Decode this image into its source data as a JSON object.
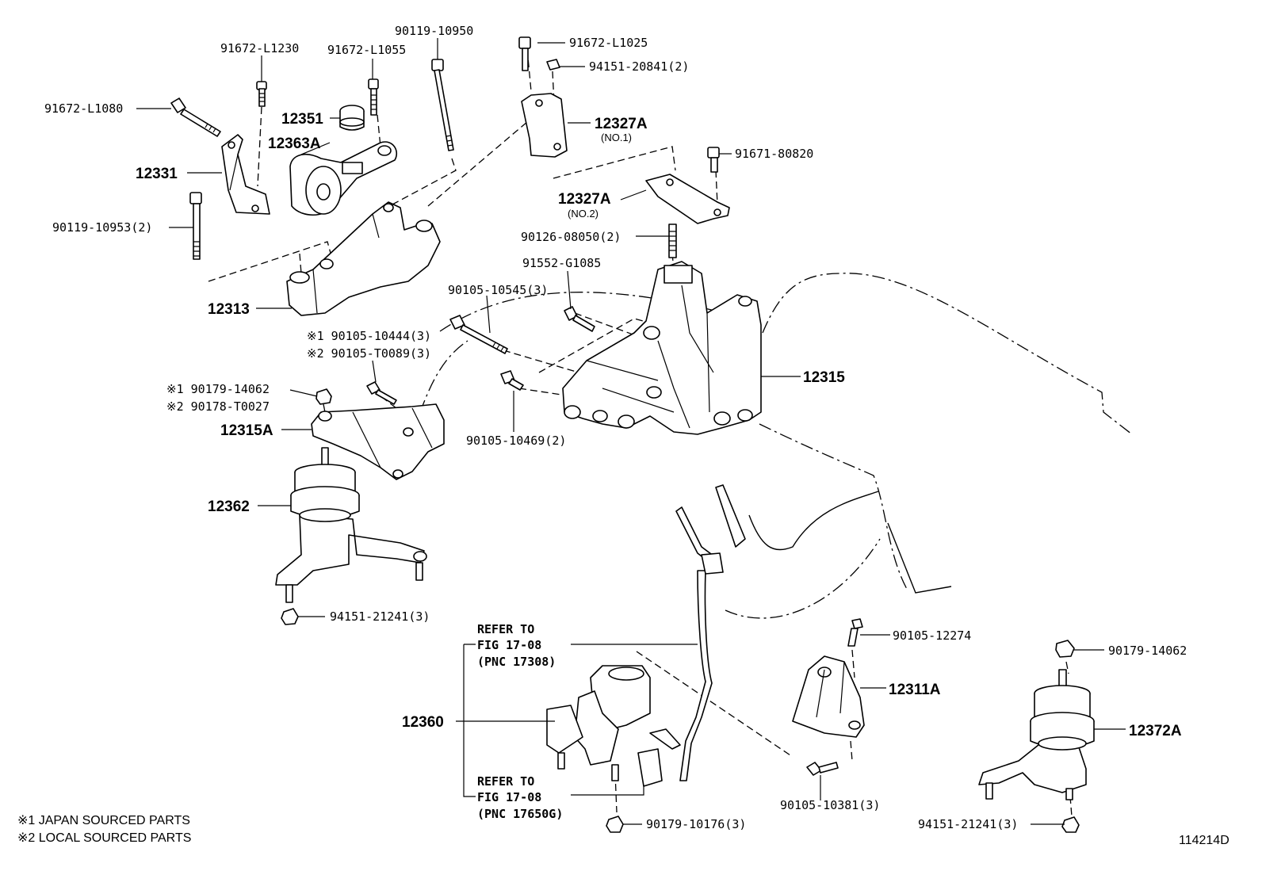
{
  "labels": {
    "p91672_L1230": "91672-L1230",
    "p91672_L1055": "91672-L1055",
    "p90119_10950": "90119-10950",
    "p91672_L1025": "91672-L1025",
    "p94151_20841": "94151-20841(2)",
    "p91672_L1080": "91672-L1080",
    "p12351": "12351",
    "p12363A": "12363A",
    "p12327A_no1": "12327A",
    "no1": "(NO.1)",
    "p12331": "12331",
    "p91671_80820": "91671-80820",
    "p12327A_no2": "12327A",
    "no2": "(NO.2)",
    "p90119_10953": "90119-10953(2)",
    "p90126_08050": "90126-08050(2)",
    "p91552_G1085": "91552-G1085",
    "p90105_10545": "90105-10545(3)",
    "p12313": "12313",
    "p90105_10444": "※1 90105-10444(3)",
    "p90105_T0089": "※2 90105-T0089(3)",
    "p12315": "12315",
    "p90179_14062_a": "※1 90179-14062",
    "p90178_T0027": "※2 90178-T0027",
    "p12315A": "12315A",
    "p90105_10469": "90105-10469(2)",
    "p12362": "12362",
    "p94151_21241_a": "94151-21241(3)",
    "refer1_l1": "REFER TO",
    "refer1_l2": "FIG 17-08",
    "refer1_l3": "(PNC 17308)",
    "p90105_12274": "90105-12274",
    "p90179_14062_b": "90179-14062",
    "p12311A": "12311A",
    "p12372A": "12372A",
    "p12360": "12360",
    "refer2_l1": "REFER TO",
    "refer2_l2": "FIG 17-08",
    "refer2_l3": "(PNC 17650G)",
    "p90105_10381": "90105-10381(3)",
    "p94151_21241_b": "94151-21241(3)",
    "p90179_10176": "90179-10176(3)"
  },
  "notes": {
    "note1": "※1 JAPAN SOURCED PARTS",
    "note2": "※2 LOCAL SOURCED PARTS"
  },
  "figure_id": "114214D"
}
